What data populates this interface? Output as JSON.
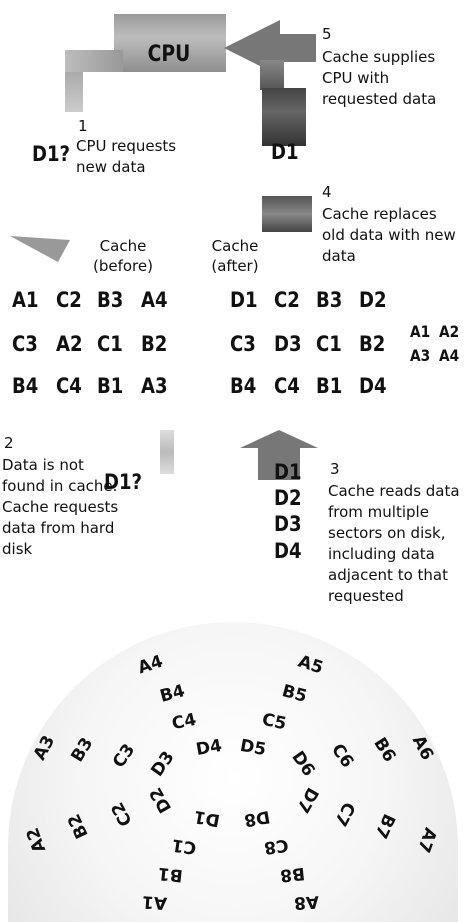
{
  "cpu": {
    "label": "CPU"
  },
  "step1": {
    "number": "1",
    "text": "CPU requests new data",
    "request": "D1?"
  },
  "step5": {
    "number": "5",
    "text": "Cache supplies CPU with requested data",
    "data": "D1"
  },
  "step4": {
    "number": "4",
    "text": "Cache replaces old data with new data"
  },
  "cache_before": {
    "label": "Cache (before)",
    "rows": [
      [
        "A1",
        "C2",
        "B3",
        "A4"
      ],
      [
        "C3",
        "A2",
        "C1",
        "B2"
      ],
      [
        "B4",
        "C4",
        "B1",
        "A3"
      ]
    ]
  },
  "cache_after": {
    "label": "Cache (after)",
    "rows": [
      [
        "D1",
        "C2",
        "B3",
        "D2"
      ],
      [
        "C3",
        "D3",
        "C1",
        "B2"
      ],
      [
        "B4",
        "C4",
        "B1",
        "D4"
      ]
    ]
  },
  "evicted": [
    "A1",
    "A2",
    "A3",
    "A4"
  ],
  "step2": {
    "number": "2",
    "text": "Data is not found in cache. Cache requests data from hard disk",
    "request": "D1?"
  },
  "step3": {
    "number": "3",
    "text": "Cache reads data from multiple sectors on disk, including data adjacent to that requested",
    "data": [
      "D1",
      "D2",
      "D3",
      "D4"
    ]
  },
  "disk": {
    "sectors": [
      {
        "id": "A4"
      },
      {
        "id": "B4"
      },
      {
        "id": "C4"
      },
      {
        "id": "D4"
      },
      {
        "id": "A5"
      },
      {
        "id": "B5"
      },
      {
        "id": "C5"
      },
      {
        "id": "D5"
      },
      {
        "id": "A3"
      },
      {
        "id": "B3"
      },
      {
        "id": "C3"
      },
      {
        "id": "D3"
      },
      {
        "id": "A6"
      },
      {
        "id": "B6"
      },
      {
        "id": "C6"
      },
      {
        "id": "D6"
      },
      {
        "id": "A2"
      },
      {
        "id": "B2"
      },
      {
        "id": "C2"
      },
      {
        "id": "D2"
      },
      {
        "id": "A7"
      },
      {
        "id": "B7"
      },
      {
        "id": "C7"
      },
      {
        "id": "D7"
      },
      {
        "id": "D1"
      },
      {
        "id": "C1"
      },
      {
        "id": "B1"
      },
      {
        "id": "A1"
      },
      {
        "id": "D8"
      },
      {
        "id": "C8"
      },
      {
        "id": "B8"
      },
      {
        "id": "A8"
      }
    ]
  }
}
